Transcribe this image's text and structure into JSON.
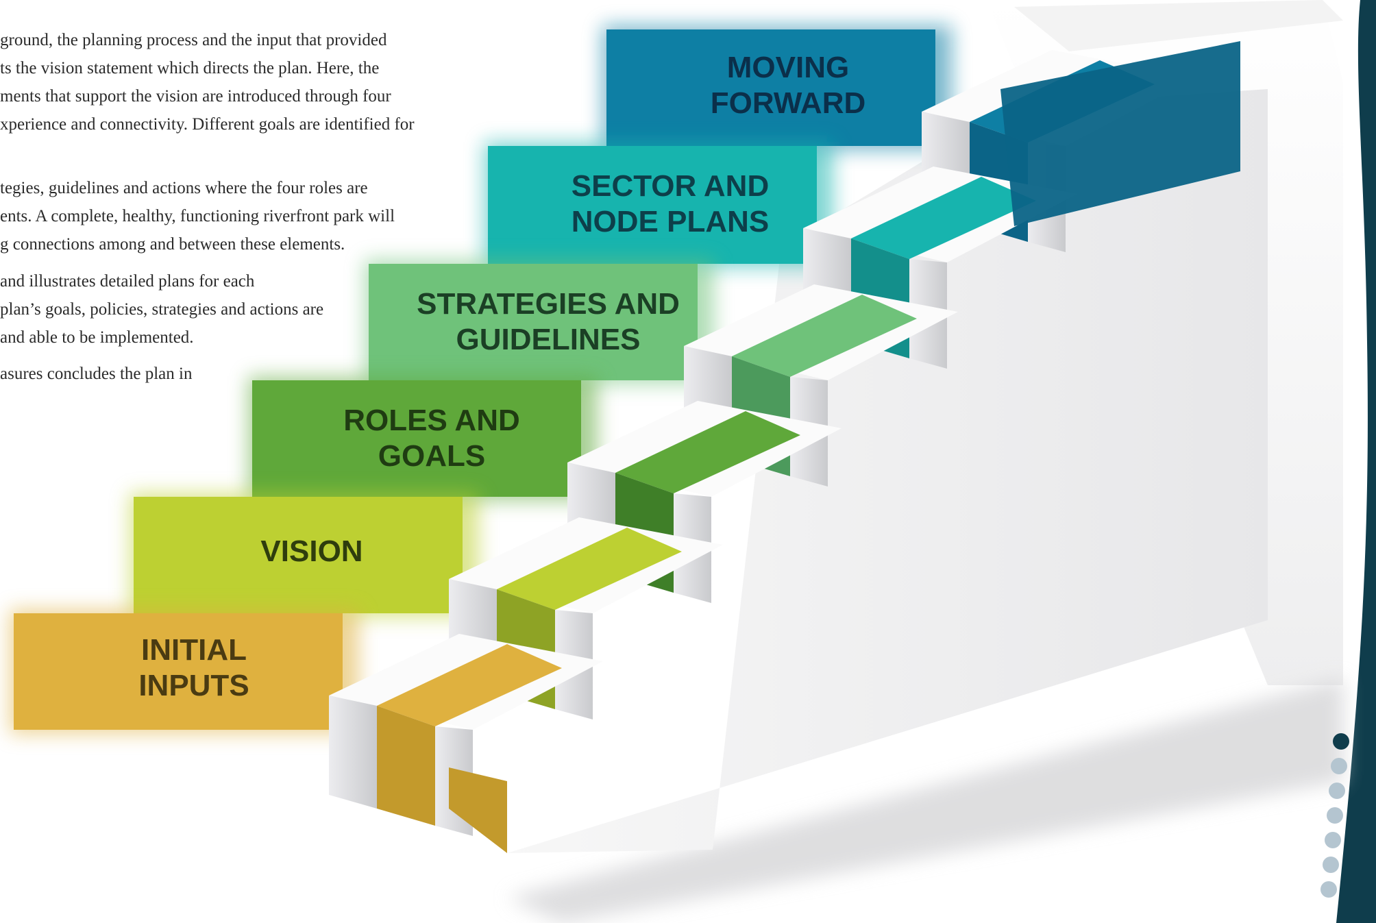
{
  "paragraphs": [
    {
      "lines": [
        "ground, the planning process and the input that provided",
        "ts the vision statement which directs the plan. Here, the",
        "ments that support the vision are introduced through four",
        "xperience and connectivity. Different goals are identified for"
      ]
    },
    {
      "lines": [
        "tegies, guidelines and actions where the four roles are",
        "ents. A complete, healthy, functioning riverfront park will",
        "g connections among and between these elements."
      ]
    },
    {
      "lines": [
        " and illustrates detailed plans for each",
        "plan’s goals, policies, strategies and actions are",
        "and able to be implemented."
      ]
    },
    {
      "lines": [
        "asures concludes the plan in"
      ]
    }
  ],
  "steps": [
    {
      "line1": "Initial",
      "line2": "Inputs",
      "color": "#dfb13f",
      "riser": "#c39a2c",
      "text_color": "#4a3b12"
    },
    {
      "line1": "Vision",
      "line2": "",
      "color": "#bdd032",
      "riser": "#8ea325",
      "text_color": "#2f3d0d"
    },
    {
      "line1": "Roles and",
      "line2": "Goals",
      "color": "#5fa83a",
      "riser": "#3f7f28",
      "text_color": "#1f3c12"
    },
    {
      "line1": "Strategies and",
      "line2": "Guidelines",
      "color": "#6fc27a",
      "riser": "#4c9a5c",
      "text_color": "#1b3f25"
    },
    {
      "line1": "Sector and",
      "line2": "Node plans",
      "color": "#17b4ae",
      "riser": "#138f8b",
      "text_color": "#0d3f4a"
    },
    {
      "line1": "Moving",
      "line2": "Forward",
      "color": "#0e7fa4",
      "riser": "#0b6487",
      "text_color": "#0b2f4a"
    }
  ],
  "pager": {
    "active_color": "#0f3d4c",
    "inactive_color": "#b4c5d0",
    "count": 7,
    "active_index": 0
  },
  "side_band_color": "#0f3d4c"
}
